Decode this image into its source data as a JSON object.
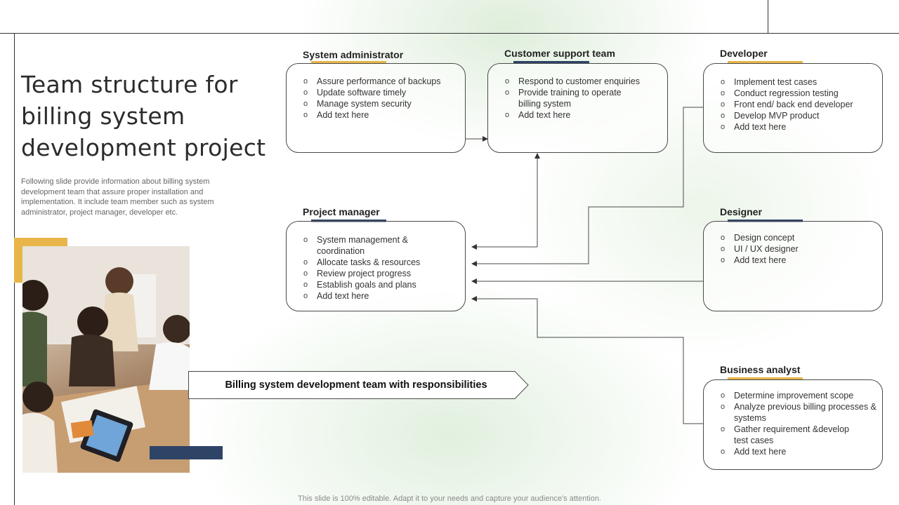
{
  "slide": {
    "title": "Team structure for billing system development project",
    "description": "Following slide provide information about billing system development team that assure proper installation and implementation. It include team member such as system administrator, project manager, developer etc.",
    "banner": "Billing system development team with responsibilities",
    "footer": "This slide is 100% editable. Adapt it to your needs and capture your audience's attention."
  },
  "colors": {
    "accent_yellow": "#e8b548",
    "accent_navy": "#2e4467",
    "line": "#4a4a4a"
  },
  "roles": {
    "system_administrator": {
      "title": "System administrator",
      "items": [
        "Assure performance  of backups",
        "Update software timely",
        "Manage system security",
        "Add text here"
      ]
    },
    "customer_support": {
      "title": "Customer support team",
      "items": [
        "Respond to customer enquiries",
        "Provide  training to operate billing system",
        "Add text here"
      ]
    },
    "developer": {
      "title": "Developer",
      "items": [
        "Implement test cases",
        "Conduct regression testing",
        "Front end/ back end developer",
        "Develop  MVP product",
        "Add text here"
      ]
    },
    "project_manager": {
      "title": "Project manager",
      "items": [
        "System management & coordination",
        "Allocate tasks & resources",
        "Review  project progress",
        "Establish goals and plans",
        "Add text here"
      ]
    },
    "designer": {
      "title": "Designer",
      "items": [
        "Design concept",
        "UI / UX designer",
        "Add text here"
      ]
    },
    "business_analyst": {
      "title": "Business analyst",
      "items": [
        "Determine improvement  scope",
        "Analyze previous  billing processes & systems",
        "Gather requirement  &develop test cases",
        "Add text here"
      ]
    }
  },
  "icons": {
    "bullet": "o",
    "photo": "team-photo"
  }
}
